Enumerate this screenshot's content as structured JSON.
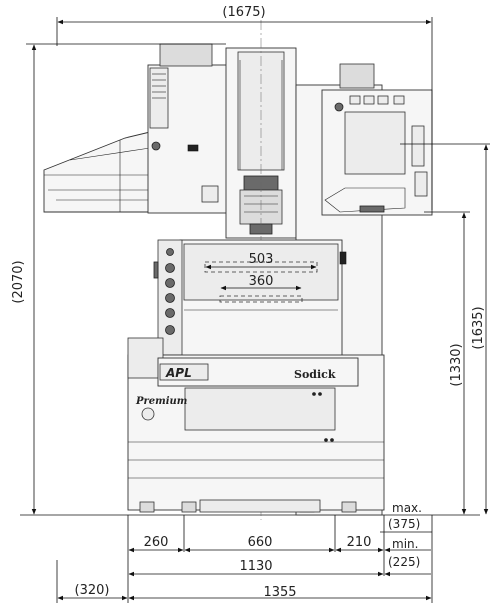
{
  "dimensions": {
    "overall_width": "(1675)",
    "overall_height": "(2070)",
    "height_1635": "(1635)",
    "height_1330": "(1330)",
    "table_503": "503",
    "table_360": "360",
    "dim_260": "260",
    "dim_660": "660",
    "dim_210": "210",
    "dim_1130": "1130",
    "dim_1355": "1355",
    "dim_320": "(320)",
    "max_label": "max.",
    "max_value": "(375)",
    "min_label": "min.",
    "min_value": "(225)"
  },
  "branding": {
    "apl_logo": "APL",
    "sodick_logo": "Sodick",
    "premium_logo": "Premium"
  }
}
